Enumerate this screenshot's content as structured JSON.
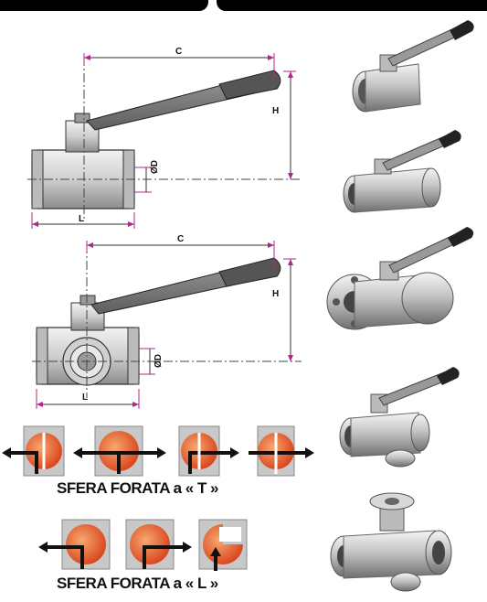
{
  "diagram1": {
    "dim_c": "C",
    "dim_h": "H",
    "dim_d": "ØD",
    "dim_l": "L"
  },
  "diagram2": {
    "dim_c": "C",
    "dim_h": "H",
    "dim_d": "ØD",
    "dim_l": "L"
  },
  "captions": {
    "t_port": "SFERA FORATA a « T »",
    "l_port": "SFERA FORATA a « L »"
  },
  "colors": {
    "ball_red": "#e2481e",
    "ball_orange": "#f39a5c",
    "frame_gray": "#b8b8b8",
    "line_magenta": "#b0268a",
    "banner_black": "#000000"
  }
}
